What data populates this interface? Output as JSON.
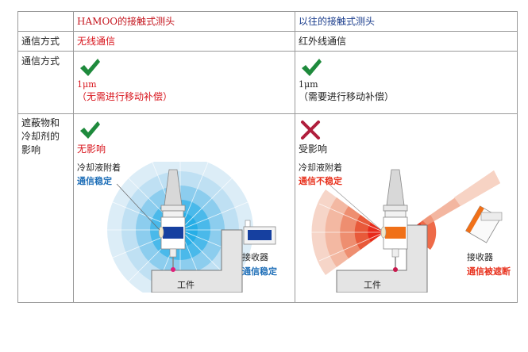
{
  "table": {
    "header": {
      "corner": "",
      "hamoo": "HAMOO的接触式测头",
      "conventional": "以往的接触式测头"
    },
    "rows": [
      {
        "label": "通信方式",
        "hamoo": {
          "text": "无线通信"
        },
        "conventional": {
          "text": "红外线通信"
        }
      },
      {
        "label": "通信方式",
        "hamoo": {
          "icon": "check-icon",
          "value": "1μm",
          "note": "（无需进行移动补偿）"
        },
        "conventional": {
          "icon": "check-icon",
          "value": "1μm",
          "note": "（需要进行移动补偿）"
        }
      },
      {
        "label": "遮蔽物和冷却剂的影响",
        "label_lines": [
          "遮蔽物和",
          "冷却剂的",
          "影响"
        ],
        "hamoo": {
          "icon": "check-icon",
          "result": "无影响",
          "diagram": {
            "coolant_label": "冷却液附着",
            "coolant_status": "通信稳定",
            "receiver_label": "接收器",
            "receiver_status": "通信稳定",
            "workpiece_label": "工件"
          }
        },
        "conventional": {
          "icon": "cross-icon",
          "result": "受影响",
          "diagram": {
            "coolant_label": "冷却液附着",
            "coolant_status": "通信不稳定",
            "receiver_label": "接收器",
            "receiver_status": "通信被遮断",
            "workpiece_label": "工件"
          }
        }
      }
    ]
  },
  "colors": {
    "check": "#1e8a3c",
    "cross": "#b01e3c",
    "red_text": "#d8131b",
    "blue_text": "#1f6fb8",
    "signal_blue": "#29b3e8",
    "signal_red": "#e83a1e",
    "receiver_blue": "#1640a0",
    "receiver_orange": "#f07018"
  }
}
